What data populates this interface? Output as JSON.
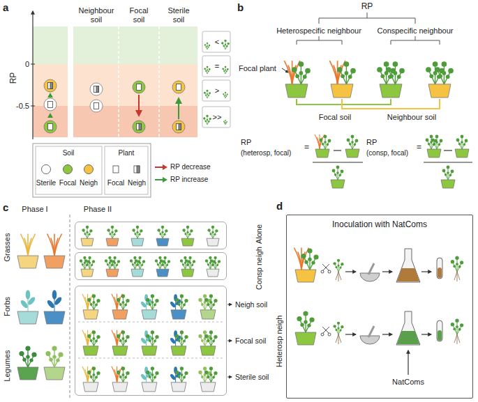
{
  "diagram": {
    "nodes": [
      {
        "text": [
          "Alone"
        ]
      },
      {
        "text": [
          "Consp neigh"
        ]
      },
      {
        "text": [
          "Heterosp neigh"
        ]
      },
      {
        "text": [
          "Inoculation with NatComs"
        ]
      }
    ],
    "labels": [
      "a",
      "RP",
      "0",
      "-0.5",
      "Neighbour soil",
      "Focal soil",
      "Sterile soil",
      "<",
      "=",
      ">",
      ">>",
      "Soil",
      "Plant",
      "b",
      "RP",
      "Heterospecific neighbour",
      "Conspecific neighbour",
      "Focal plant",
      "Focal soil",
      "Neighbour soil",
      "RP",
      "(heterosp, focal)",
      "=",
      "RP",
      "(consp, focal)",
      "=",
      "c",
      "Phase I",
      "Phase II",
      "Grasses",
      "Forbs",
      "Legumes",
      "Neigh soil",
      "Focal soil",
      "Sterile soil",
      "d",
      "NatComs"
    ],
    "legend": [
      {
        "text": "Sterile",
        "color": "#ffffff"
      },
      {
        "text": "Focal",
        "color": "#8dc63f"
      },
      {
        "text": "Neigh",
        "color": "#f5c242"
      },
      {
        "text": "Focal"
      },
      {
        "text": "Neigh"
      },
      {
        "text": "RP decrease"
      },
      {
        "text": "RP increase"
      }
    ]
  }
}
